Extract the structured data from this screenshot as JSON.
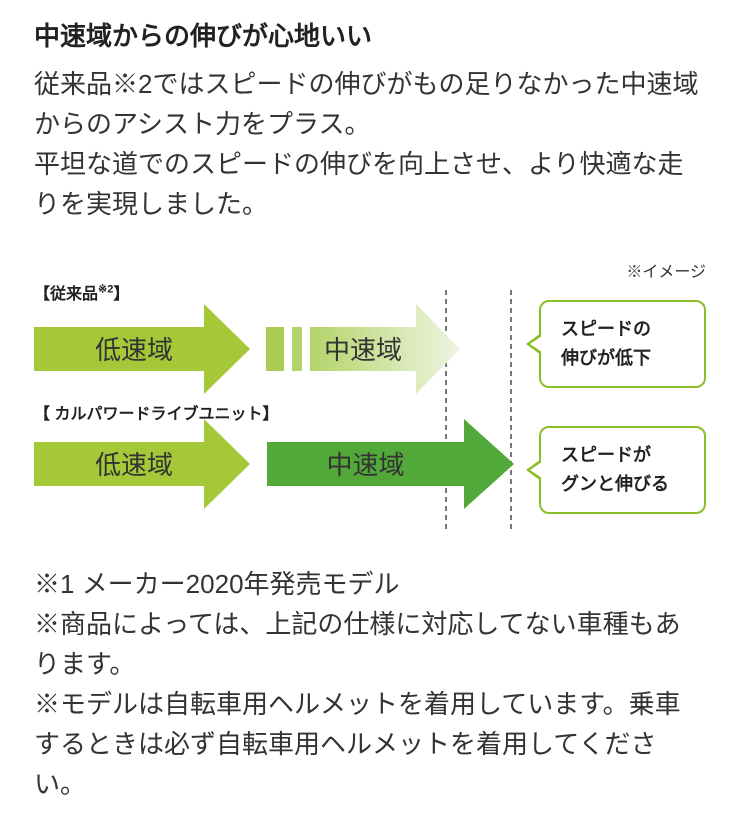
{
  "page": {
    "heading": "中速域からの伸びが心地いい",
    "paragraphs": [
      "従来品※2ではスピードの伸びがもの足りなかった中速域からのアシスト力をプラス。",
      "平坦な道でのスピードの伸びを向上させ、より快適な走りを実現しました。"
    ]
  },
  "diagram": {
    "image_note": "※イメージ",
    "conventional": {
      "label_pre": "【従来品",
      "label_sup": "※2",
      "label_post": "】",
      "low_label": "低速域",
      "mid_label": "中速域",
      "callout": [
        "スピードの",
        "伸びが低下"
      ]
    },
    "calpower": {
      "label": "【 カルパワードライブユニット】",
      "low_label": "低速域",
      "mid_label": "中速域",
      "callout": [
        "スピードが",
        "グンと伸びる"
      ]
    }
  },
  "notes": [
    "※1 メーカー2020年発売モデル",
    "※商品によっては、上記の仕様に対応してない車種もあります。",
    "※モデルは自転車用ヘルメットを着用しています。乗車するときは必ず自転車用ヘルメットを着用してください。"
  ],
  "css_vars": {
    "arrow-green": "#a5c838",
    "arrow-dark": "#53a83a",
    "fade-from": "#b4d46a",
    "fade-to": "#eef5e2",
    "dash1": "#a8cd52",
    "dash2": "#b4d46a",
    "callout-border": "#8abf27",
    "dashline": "#4a4a4a"
  }
}
